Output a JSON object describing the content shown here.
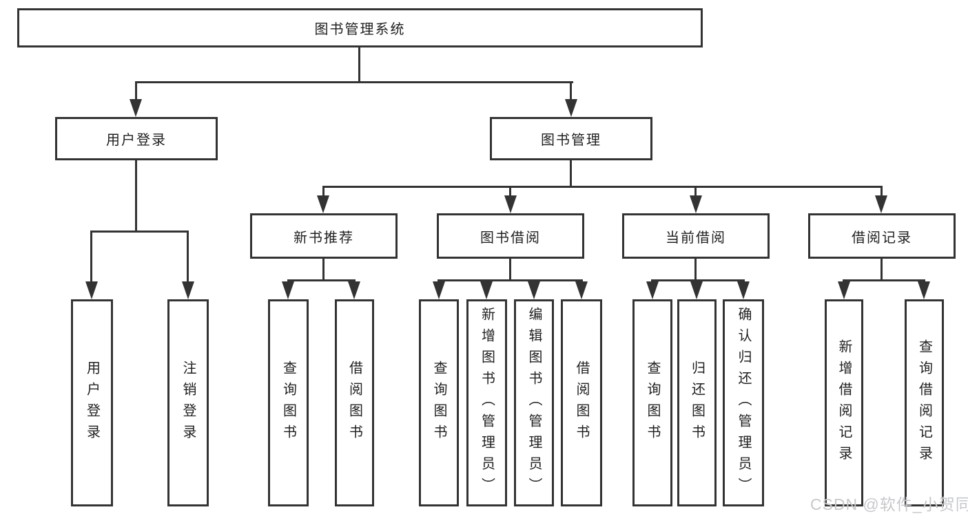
{
  "colors": {
    "line": "#333333",
    "background": "#ffffff",
    "text": "#1f1f1f",
    "watermark": "#c6c8cc"
  },
  "tree": {
    "label": "图书管理系统",
    "children": [
      {
        "label": "用户登录",
        "children": [
          {
            "label": "用户登录"
          },
          {
            "label": "注销登录"
          }
        ]
      },
      {
        "label": "图书管理",
        "children": [
          {
            "label": "新书推荐",
            "children": [
              {
                "label": "查询图书"
              },
              {
                "label": "借阅图书"
              }
            ]
          },
          {
            "label": "图书借阅",
            "children": [
              {
                "label": "查询图书"
              },
              {
                "label": "新增图书（管理员）"
              },
              {
                "label": "编辑图书（管理员）"
              },
              {
                "label": "借阅图书"
              }
            ]
          },
          {
            "label": "当前借阅",
            "children": [
              {
                "label": "查询图书"
              },
              {
                "label": "归还图书"
              },
              {
                "label": "确认归还（管理员）"
              }
            ]
          },
          {
            "label": "借阅记录",
            "children": [
              {
                "label": "新增借阅记录"
              },
              {
                "label": "查询借阅记录"
              }
            ]
          }
        ]
      }
    ]
  },
  "watermark": {
    "text": "CSDN @软件_小贺同学"
  }
}
